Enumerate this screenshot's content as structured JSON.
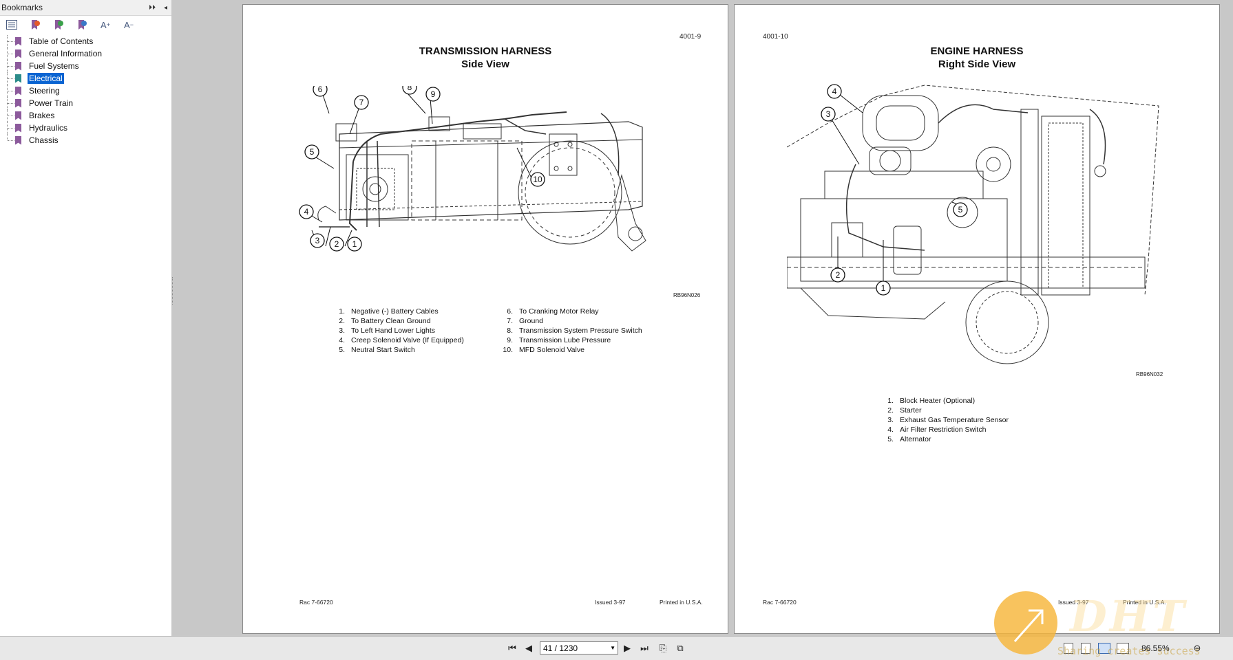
{
  "sidebar": {
    "title": "Bookmarks",
    "collapse_glyph": "⏵⏵",
    "close_glyph": "◂",
    "toolbar_icons": [
      "bookmark-options-icon",
      "expand-bookmark-icon",
      "add-bookmark-icon",
      "delete-bookmark-icon",
      "increase-font-icon",
      "decrease-font-icon"
    ],
    "items": [
      {
        "label": "Table of Contents",
        "selected": false
      },
      {
        "label": "General Information",
        "selected": false
      },
      {
        "label": "Fuel Systems",
        "selected": false
      },
      {
        "label": "Electrical",
        "selected": true
      },
      {
        "label": "Steering",
        "selected": false
      },
      {
        "label": "Power Train",
        "selected": false
      },
      {
        "label": "Brakes",
        "selected": false
      },
      {
        "label": "Hydraulics",
        "selected": false
      },
      {
        "label": "Chassis",
        "selected": false
      }
    ]
  },
  "left_page": {
    "page_number": "4001-9",
    "title": "TRANSMISSION HARNESS",
    "subtitle": "Side View",
    "figure_code": "RB96N026",
    "callouts": [
      "1",
      "2",
      "3",
      "4",
      "5",
      "6",
      "7",
      "8",
      "9",
      "10"
    ],
    "legend_col1": [
      {
        "num": "1.",
        "text": "Negative (-) Battery Cables"
      },
      {
        "num": "2.",
        "text": "To Battery Clean Ground"
      },
      {
        "num": "3.",
        "text": "To Left Hand Lower Lights"
      },
      {
        "num": "4.",
        "text": "Creep Solenoid Valve (If Equipped)"
      },
      {
        "num": "5.",
        "text": "Neutral Start Switch"
      }
    ],
    "legend_col2": [
      {
        "num": "6.",
        "text": "To Cranking Motor Relay"
      },
      {
        "num": "7.",
        "text": "Ground"
      },
      {
        "num": "8.",
        "text": "Transmission System Pressure Switch"
      },
      {
        "num": "9.",
        "text": "Transmission Lube Pressure"
      },
      {
        "num": "10.",
        "text": "MFD Solenoid Valve"
      }
    ],
    "footer_left": "Rac 7-66720",
    "footer_mid": "Issued 3-97",
    "footer_right": "Printed in U.S.A."
  },
  "right_page": {
    "page_number": "4001-10",
    "title": "ENGINE HARNESS",
    "subtitle": "Right Side View",
    "figure_code": "RB96N032",
    "callouts": [
      "1",
      "2",
      "3",
      "4",
      "5"
    ],
    "legend": [
      {
        "num": "1.",
        "text": "Block Heater (Optional)"
      },
      {
        "num": "2.",
        "text": "Starter"
      },
      {
        "num": "3.",
        "text": "Exhaust Gas Temperature Sensor"
      },
      {
        "num": "4.",
        "text": "Air Filter Restriction Switch"
      },
      {
        "num": "5.",
        "text": "Alternator"
      }
    ],
    "footer_left": "Rac 7-66720",
    "footer_mid": "Issued 3-97",
    "footer_right": "Printed in U.S.A."
  },
  "bottombar": {
    "page_field": "41 / 1230",
    "zoom": "86.55%"
  },
  "watermark": {
    "logo_text": "DHT",
    "tagline": "Sharing creates success"
  }
}
